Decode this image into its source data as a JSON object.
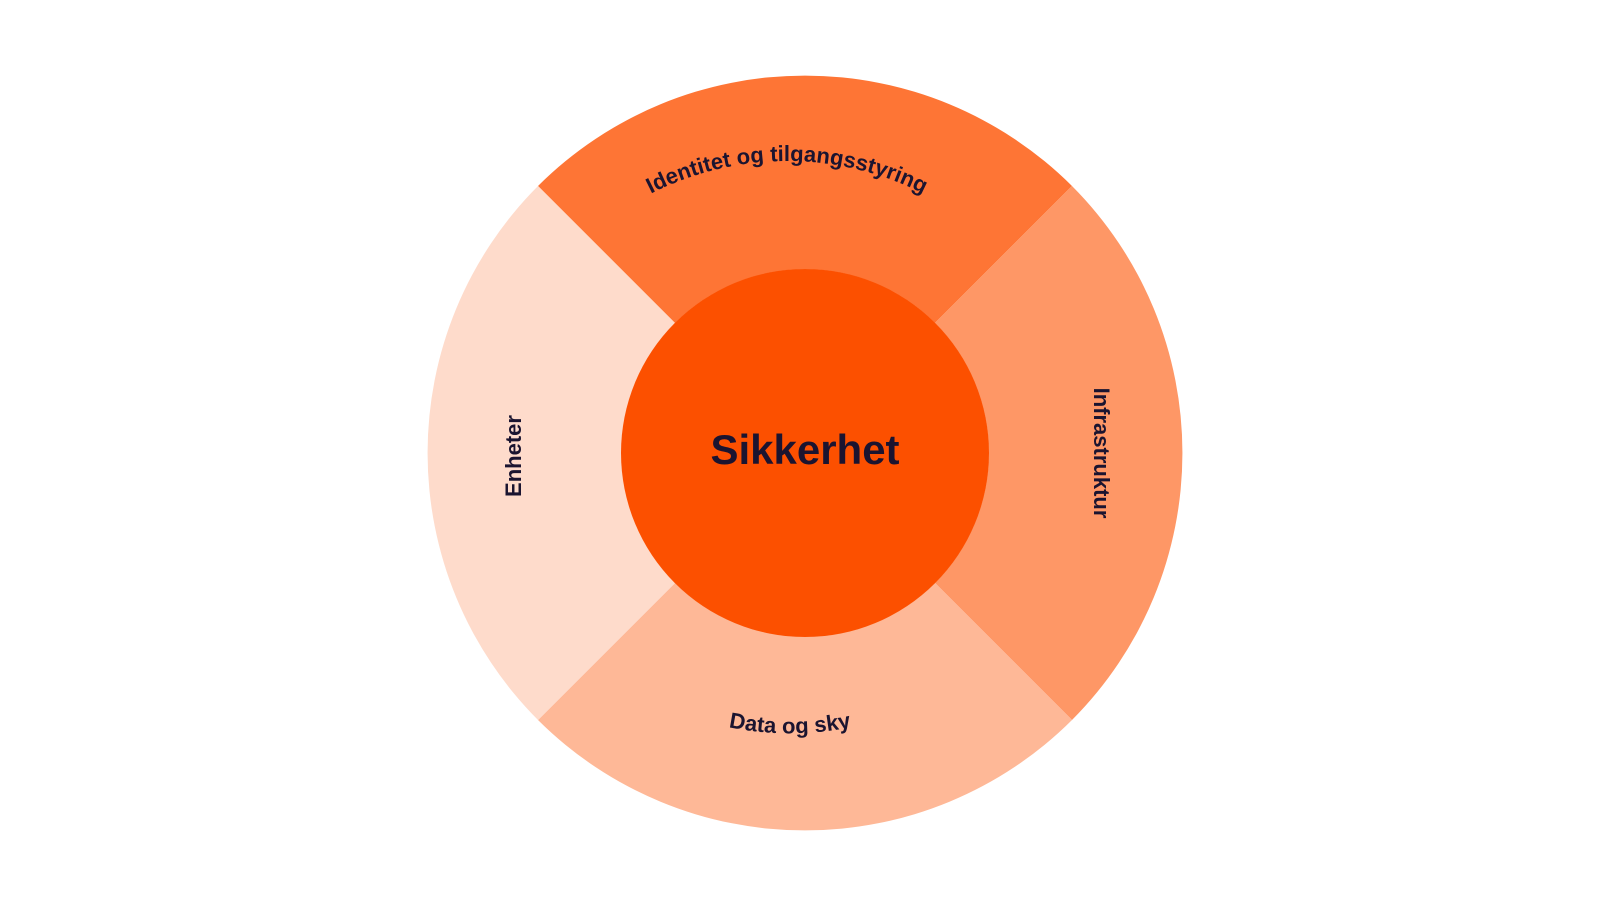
{
  "diagram": {
    "center": {
      "label": "Sikkerhet",
      "color": "#FC5000"
    },
    "segments": [
      {
        "id": "top",
        "label": "Identitet og tilgangsstyring",
        "color": "#FE7535"
      },
      {
        "id": "right",
        "label": "Infrastruktur",
        "color": "#FE9766"
      },
      {
        "id": "bottom",
        "label": "Data og sky",
        "color": "#FEB897"
      },
      {
        "id": "left",
        "label": "Enheter",
        "color": "#FEDBCB"
      }
    ],
    "text_color": "#1B1430"
  }
}
